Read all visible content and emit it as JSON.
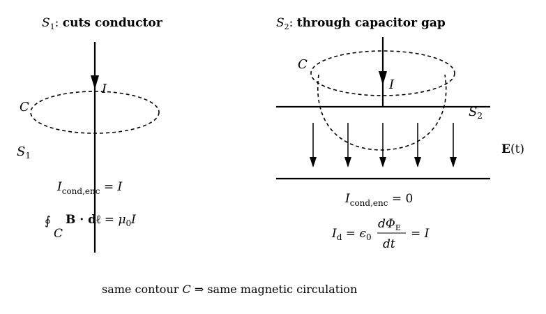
{
  "left_panel": {
    "title_symbol": "S",
    "title_subscript": "1",
    "title_text": "cuts conductor",
    "contour_label": "C",
    "current_label": "I",
    "surface_label": "S",
    "surface_subscript": "1",
    "enclosed_current": {
      "lhs": "I",
      "lhs_subscript": "cond,enc",
      "rhs": "I"
    },
    "ampere_law": {
      "contour": "C",
      "lhs_body": "B · dℓ",
      "rhs_factor": "μ",
      "rhs_subscript": "0",
      "rhs_current": "I"
    }
  },
  "right_panel": {
    "title_symbol": "S",
    "title_subscript": "2",
    "title_text": "through capacitor gap",
    "contour_label": "C",
    "current_label": "I",
    "surface_label": "S",
    "surface_subscript": "2",
    "field_label": "E",
    "field_arg": "(t)",
    "enclosed_current": {
      "lhs": "I",
      "lhs_subscript": "cond,enc",
      "rhs": "0"
    },
    "displacement_current": {
      "lhs": "I",
      "lhs_subscript": "d",
      "factor": "ϵ",
      "factor_subscript": "0",
      "numerator": "dΦ",
      "numerator_subscript": "E",
      "denominator": "dt",
      "rhs": "I"
    }
  },
  "caption": {
    "before": "same contour ",
    "contour": "C",
    "after": " ⇒ same magnetic circulation"
  }
}
